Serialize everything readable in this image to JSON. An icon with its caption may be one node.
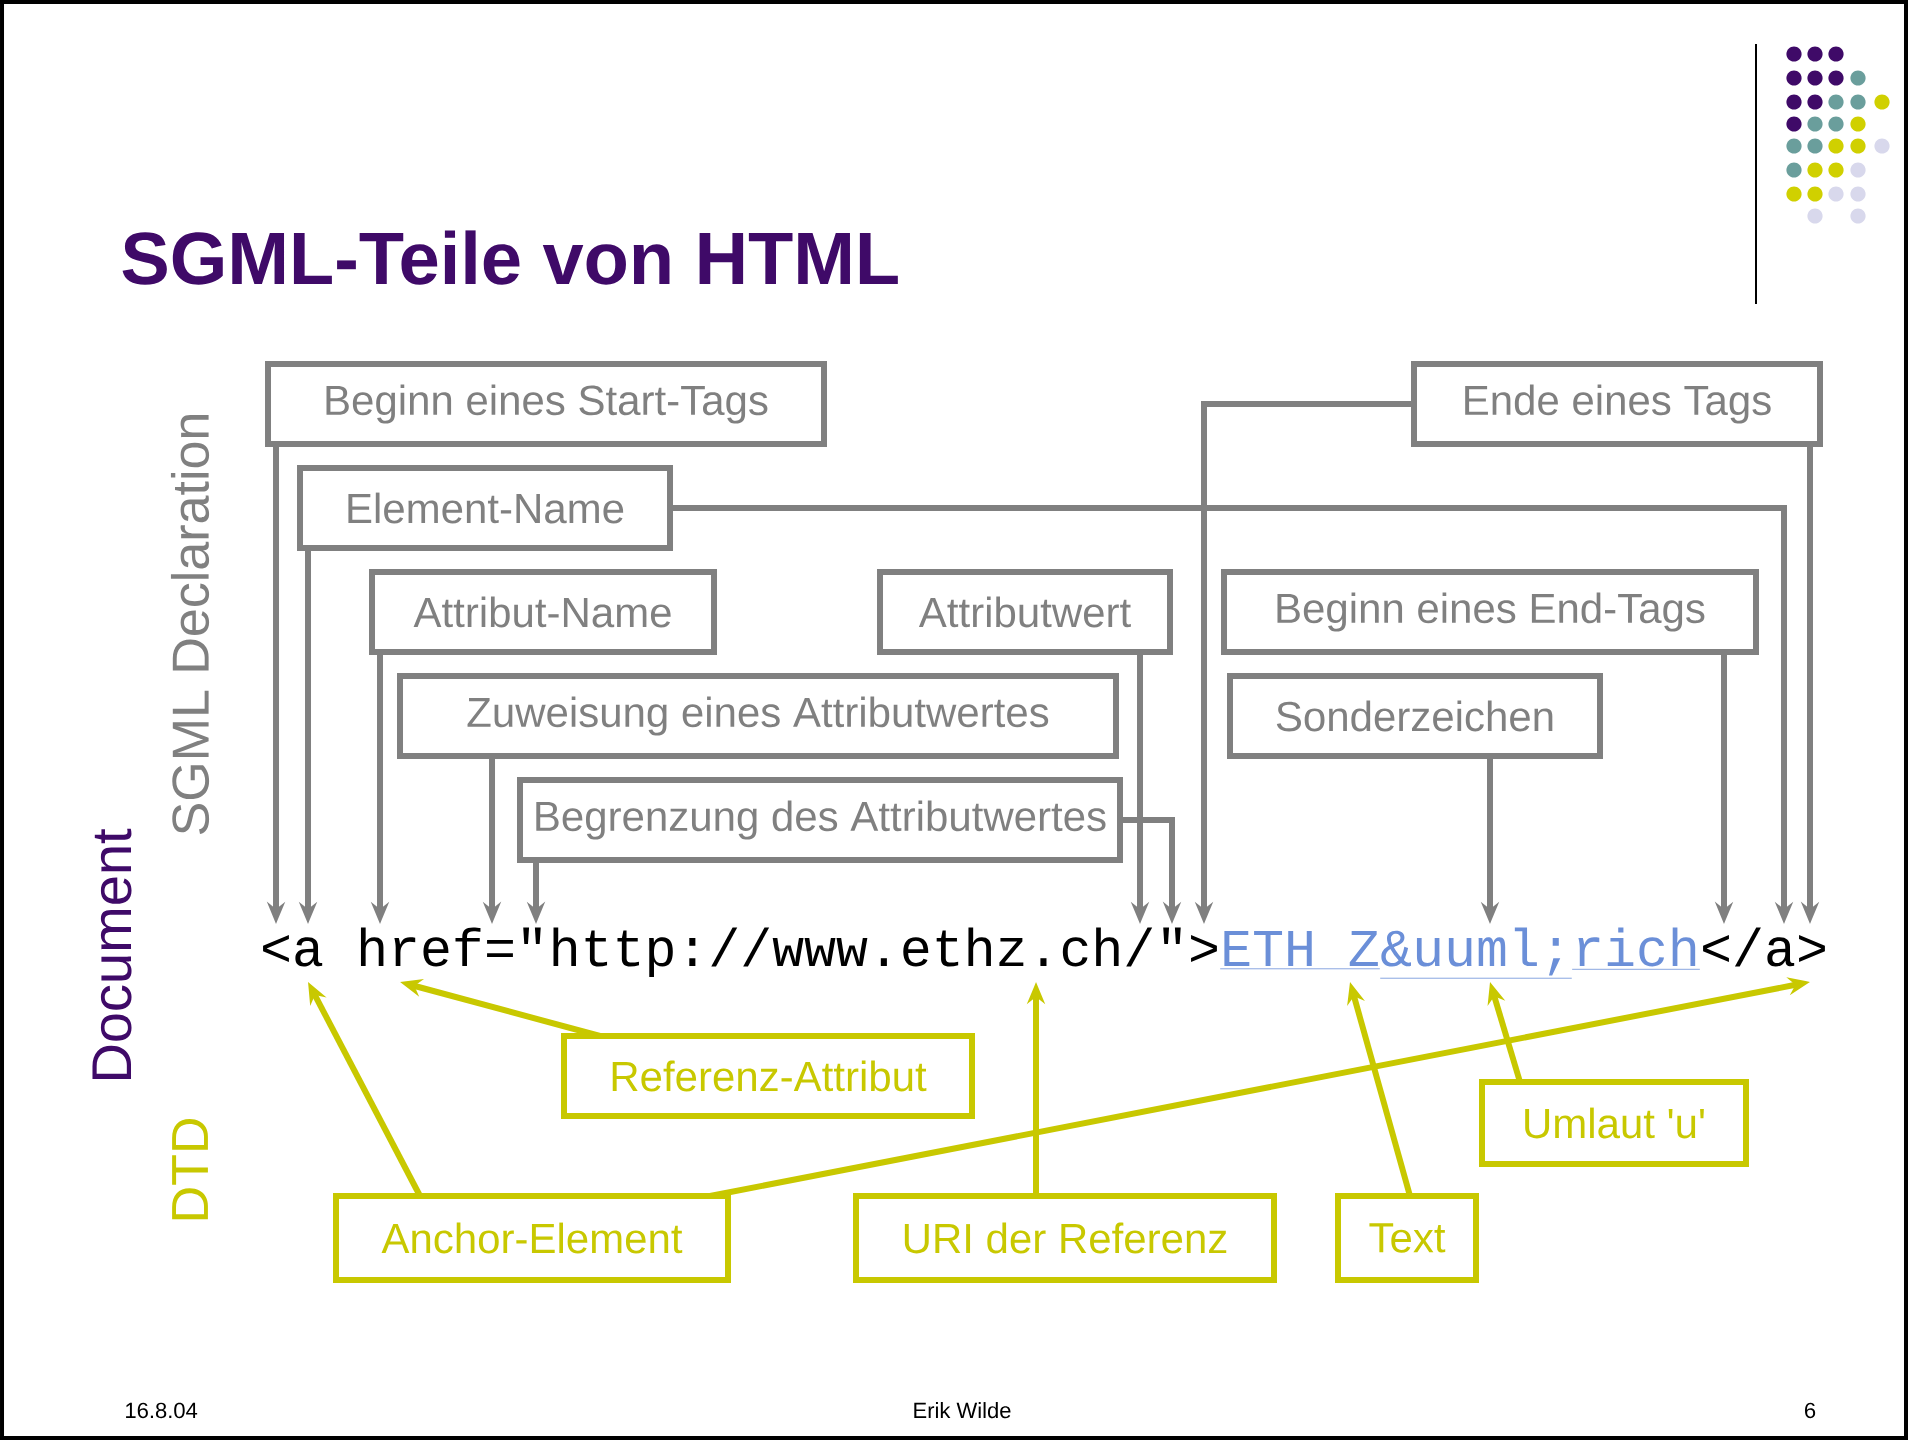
{
  "diagram": {
    "title": "SGML-Teile von HTML",
    "nodes": [
      {
        "text": [
          "Beginn eines Start-Tags"
        ]
      },
      {
        "text": [
          "Ende eines Tags"
        ]
      },
      {
        "text": [
          "Element-Name"
        ]
      },
      {
        "text": [
          "Begrenzung des Attributwertes"
        ]
      },
      {
        "text": [
          "Attribut-Name"
        ]
      },
      {
        "text": [
          "Attributwert"
        ]
      },
      {
        "text": [
          "Beginn eines End-Tags"
        ]
      },
      {
        "text": [
          "Zuweisung eines Attributwertes"
        ]
      },
      {
        "text": [
          "Sonderzeichen"
        ]
      },
      {
        "text": [
          "Referenz-Attribut"
        ]
      },
      {
        "text": [
          "Umlaut 'u'"
        ]
      },
      {
        "text": [
          "Anchor-Element"
        ]
      },
      {
        "text": [
          "URI der Referenz"
        ]
      },
      {
        "text": [
          "Text"
        ]
      },
      {
        "text": [
          "<"
        ]
      },
      {
        "text": [
          "a"
        ]
      },
      {
        "text": [
          "href"
        ]
      },
      {
        "text": [
          "="
        ]
      },
      {
        "text": [
          "\""
        ]
      },
      {
        "text": [
          "http://www.ethz.ch/"
        ]
      },
      {
        "text": [
          "\""
        ]
      },
      {
        "text": [
          ">"
        ]
      },
      {
        "text": [
          "ETH Z"
        ]
      },
      {
        "text": [
          "&uuml;"
        ]
      },
      {
        "text": [
          "rich"
        ]
      },
      {
        "text": [
          "</"
        ]
      },
      {
        "text": [
          "a"
        ]
      },
      {
        "text": [
          ">"
        ]
      }
    ],
    "edges": [
      {
        "from": 0,
        "to": 14,
        "arrow": "to"
      },
      {
        "from": 1,
        "to": 21,
        "arrow": "to"
      },
      {
        "from": 1,
        "to": 27,
        "arrow": "to"
      },
      {
        "from": 2,
        "to": 15,
        "arrow": "to"
      },
      {
        "from": 2,
        "to": 26,
        "arrow": "to"
      },
      {
        "from": 3,
        "to": 18,
        "arrow": "to"
      },
      {
        "from": 3,
        "to": 20,
        "arrow": "to"
      },
      {
        "from": 4,
        "to": 16,
        "arrow": "to"
      },
      {
        "from": 5,
        "to": 19,
        "arrow": "to"
      },
      {
        "from": 6,
        "to": 25,
        "arrow": "to"
      },
      {
        "from": 7,
        "to": 17,
        "arrow": "to"
      },
      {
        "from": 8,
        "to": 23,
        "arrow": "to"
      },
      {
        "from": 9,
        "to": 16,
        "arrow": "to",
        "color": "#c8c800"
      },
      {
        "from": 10,
        "to": 23,
        "arrow": "to",
        "color": "#c8c800"
      },
      {
        "from": 11,
        "to": 15,
        "arrow": "to",
        "color": "#c8c800"
      },
      {
        "from": 11,
        "to": 27,
        "arrow": "to",
        "color": "#c8c800"
      },
      {
        "from": 12,
        "to": 19,
        "arrow": "to",
        "color": "#c8c800"
      },
      {
        "from": 13,
        "to": 22,
        "arrow": "to",
        "color": "#c8c800"
      }
    ],
    "labels": [
      "SGML Declaration",
      "Document",
      "DTD",
      "16.8.04",
      "Erik Wilde",
      "6"
    ]
  }
}
